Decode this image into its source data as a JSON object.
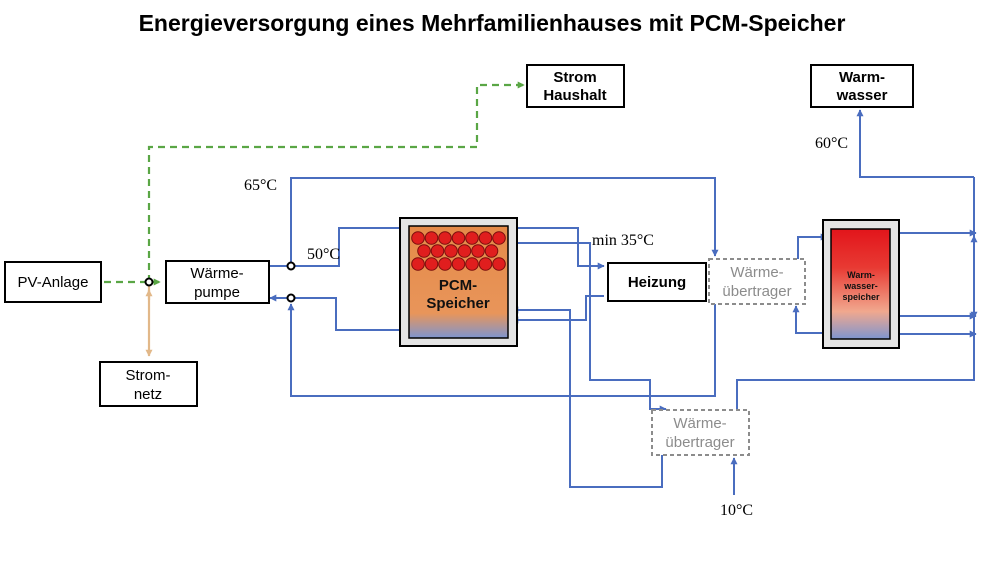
{
  "title": "Energieversorgung eines Mehrfamilienhauses mit PCM-Speicher",
  "nodes": {
    "pv": "PV-Anlage",
    "strom_haushalt": [
      "Strom",
      "Haushalt"
    ],
    "stromnetz": [
      "Strom-",
      "netz"
    ],
    "waermepumpe": [
      "Wärme-",
      "pumpe"
    ],
    "pcm_speicher": [
      "PCM-",
      "Speicher"
    ],
    "heizung": "Heizung",
    "waermeuebertrager_1": [
      "Wärme-",
      "übertrager"
    ],
    "waermeuebertrager_2": [
      "Wärme-",
      "übertrager"
    ],
    "warmwasser": [
      "Warm-",
      "wasser"
    ],
    "warmwasserspeicher": [
      "Warm-",
      "wasser-",
      "speicher"
    ]
  },
  "temperatures": {
    "t65": "65°C",
    "t50": "50°C",
    "tmin35": "min 35°C",
    "t60": "60°C",
    "t10": "10°C"
  },
  "colors": {
    "pipe": "#4a6dbf",
    "electric": "#5aa645",
    "grid": "#e2b889",
    "pcm_hot": "#e07b39",
    "pcm_cold": "#7e95d0",
    "balls": "#e01e1e",
    "storage_hot": "#e2151b"
  }
}
